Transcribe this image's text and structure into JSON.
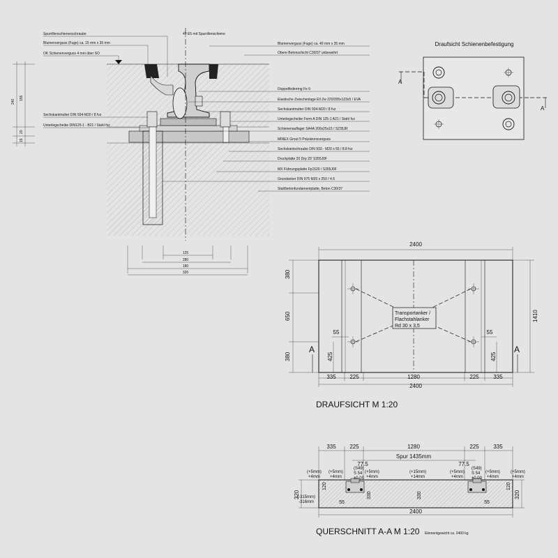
{
  "detail": {
    "labels_top": [
      "Spurrillenschienenschraube",
      "Blumenverguss (Fuge) ca. 15 mm x 35 mm",
      "OK Schienenverguss 4 mm über SO"
    ],
    "label_rail_top": "49 E5 mit Spurrillenschiene",
    "labels_right": [
      "Blumenverguss (Fuge) ca. 40 mm x 35 mm",
      "Obere Betonschicht C30/37 unbewehrt",
      "Doppelfederring Fe 6",
      "Elastische Zwischenlage Ell Zw 220/205x123x5 / EVA",
      "Sechskantmutter DIN 934-M20 / 8 fvz",
      "Unterlegscheibe Form A DIN 125-1 A21 / Stahl fvz",
      "Schienenauflager SA4A 200x25x15 / S235JR",
      "MINEX Grout 5 Präzisionsverguss",
      "Sechskantschraube DIN 933 - M20 x 55 / 8.8 fvz",
      "Druckplatte 20 Drp 20' S355J0F",
      "MX Führungsplatte Fp1520 / S355J0F",
      "Grundanker DIN 975 M20 x 250 / 4.6",
      "Stahlbetonfundamentplatte, Beton C30/37"
    ],
    "labels_left": [
      "Sechskantmutter DIN 934-M20 / 8 fvz",
      "Unterlegscheibe DIN125-1 - B21 / Stahl fvz"
    ],
    "dim_left": [
      "240",
      "155",
      "20",
      "15"
    ],
    "dim_bottom": [
      "125",
      "280",
      "180",
      "320"
    ]
  },
  "inset": {
    "title": "Draufsicht Schienenbefestigung",
    "section_marker": "A"
  },
  "plan": {
    "title": "DRAUFSICHT  M 1:20",
    "dim_top": "2400",
    "dim_bottom_total": "2400",
    "dims_bottom": [
      "335",
      "225",
      "1280",
      "225",
      "335"
    ],
    "dims_left": [
      "380",
      "650",
      "380"
    ],
    "dim_right": "1410",
    "dim_55_left": "55",
    "dim_55_right": "55",
    "dim_425_left": "425",
    "dim_425_right": "425",
    "section_left": "A",
    "section_right": "A",
    "anchor_note": [
      "Transportanker /",
      "Flachstahlanker",
      "Rd 30 x 3,5"
    ]
  },
  "section": {
    "title": "QUERSCHNITT  A-A  M 1:20",
    "weight": "Elementgewicht ca. 2400 kg",
    "dims_top": [
      "335",
      "225",
      "1280",
      "225",
      "335"
    ],
    "spur": "Spur 1435mm",
    "dim_775_left": "77.5",
    "dim_775_right": "77.5",
    "rail_left": [
      "(S49)",
      "S 54",
      "±0.00"
    ],
    "rail_right": [
      "(S49)",
      "S 54",
      "±0.00"
    ],
    "lev_outer_left": [
      "(+5mm)",
      "+4mm"
    ],
    "lev_inner_left_a": [
      "(+5mm)",
      "+4mm"
    ],
    "lev_inner_left_b": [
      "(+5mm)",
      "+4mm"
    ],
    "lev_center": [
      "(+15mm)",
      "+14mm"
    ],
    "lev_inner_right_a": [
      "(+5mm)",
      "+4mm"
    ],
    "lev_inner_right_b": [
      "(+5mm)",
      "+4mm"
    ],
    "lev_outer_right": [
      "(+5mm)",
      "+4mm"
    ],
    "lev_bottom_left": [
      "(-315mm)",
      "-316mm"
    ],
    "dim_320_left": "320",
    "dim_320_right": "320",
    "dim_120_left": "120",
    "dim_120_right": "120",
    "dim_330_left": "330",
    "dim_330_right": "330",
    "dim_55_left": "55",
    "dim_55_right": "55",
    "dim_bottom": "2400"
  }
}
